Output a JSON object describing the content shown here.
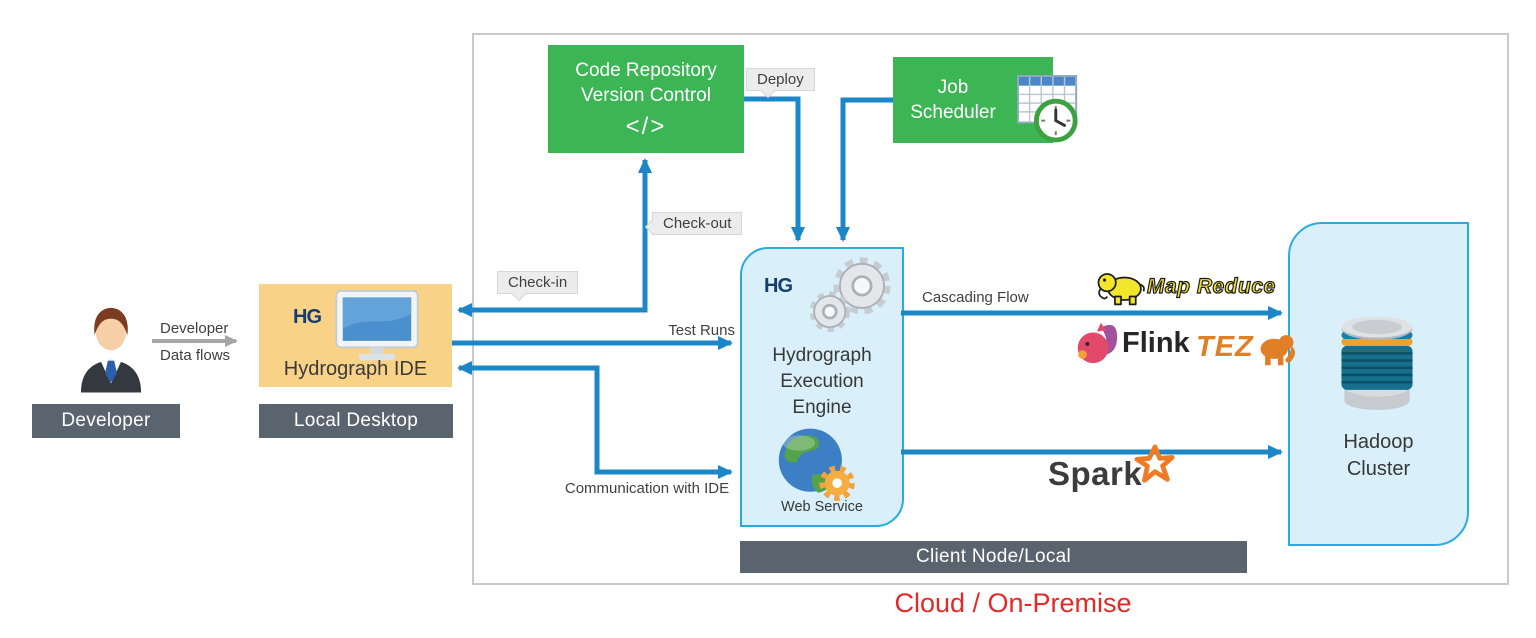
{
  "developer": {
    "caption": "Developer",
    "flow_label_top": "Developer",
    "flow_label_bottom": "Data flows",
    "icon": "developer-person-icon"
  },
  "local_desktop": {
    "hg_logo": "HG",
    "app_name": "Hydrograph IDE",
    "caption": "Local Desktop",
    "icon": "desktop-monitor-icon"
  },
  "cloud": {
    "caption": "Cloud / On-Premise"
  },
  "code_repository": {
    "line1": "Code Repository",
    "line2": "Version Control",
    "code_glyph": "</>"
  },
  "job_scheduler": {
    "line1": "Job",
    "line2": "Scheduler",
    "icon": "calendar-clock-icon"
  },
  "execution_engine": {
    "hg_logo": "HG",
    "line1": "Hydrograph",
    "line2": "Execution",
    "line3": "Engine",
    "web_service_label": "Web Service",
    "icons": "gears-icon, web-service-globe-icon"
  },
  "client_node": {
    "caption": "Client Node/Local"
  },
  "hadoop_cluster": {
    "line1": "Hadoop",
    "line2": "Cluster",
    "icon": "database-stack-icon"
  },
  "arrows": {
    "deploy": "Deploy",
    "check_in": "Check-in",
    "check_out": "Check-out",
    "test_runs": "Test Runs",
    "communication": "Communication with IDE",
    "cascading_flow": "Cascading Flow"
  },
  "engines": {
    "mapreduce": "Map Reduce",
    "flink": "Flink",
    "tez": "TEZ",
    "spark": "Spark"
  },
  "colors": {
    "green": "#3cb554",
    "light_blue_fill": "#d9effa",
    "light_blue_border": "#29abe2",
    "dark_bar": "#59646e",
    "arrow_blue": "#1b87c7",
    "ide_orange": "#f7d287",
    "red_caption": "#e22a28"
  }
}
